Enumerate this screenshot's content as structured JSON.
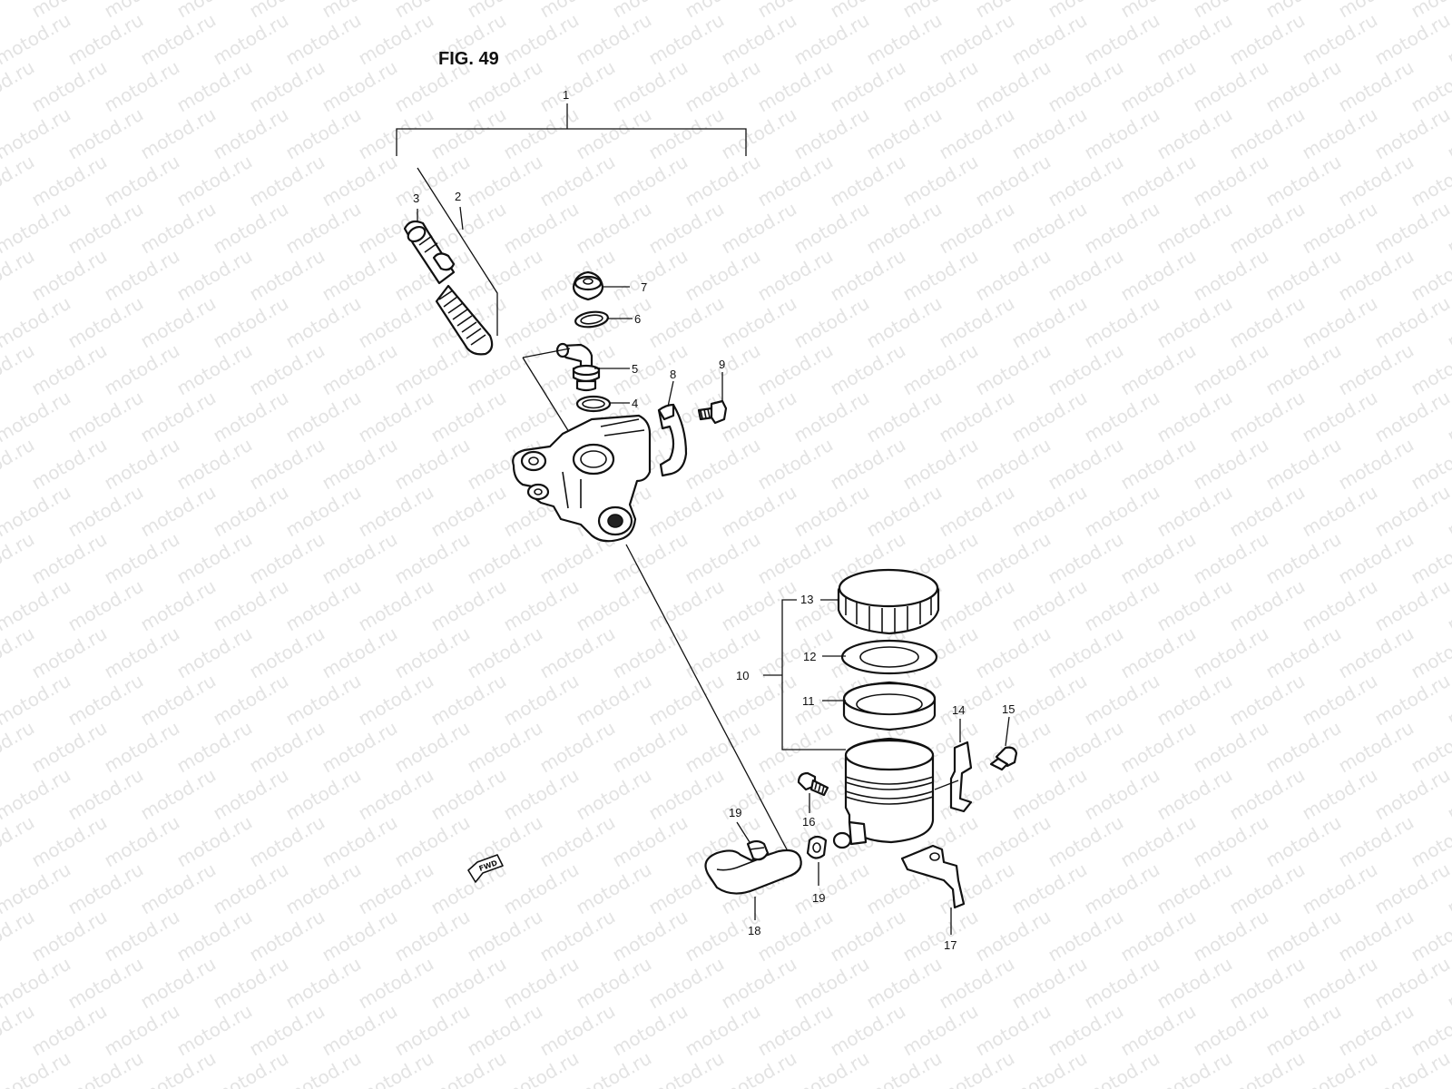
{
  "figure": {
    "title": "FIG. 49"
  },
  "watermark": {
    "text": "motod.ru",
    "color": "#e3e3e3"
  },
  "direction_marker": {
    "label": "FWD"
  },
  "callouts": {
    "c1": "1",
    "c2": "2",
    "c3": "3",
    "c4": "4",
    "c5": "5",
    "c6": "6",
    "c7": "7",
    "c8": "8",
    "c9": "9",
    "c10": "10",
    "c11": "11",
    "c12": "12",
    "c13": "13",
    "c14": "14",
    "c15": "15",
    "c16": "16",
    "c17": "17",
    "c18": "18",
    "c19a": "19",
    "c19b": "19"
  }
}
